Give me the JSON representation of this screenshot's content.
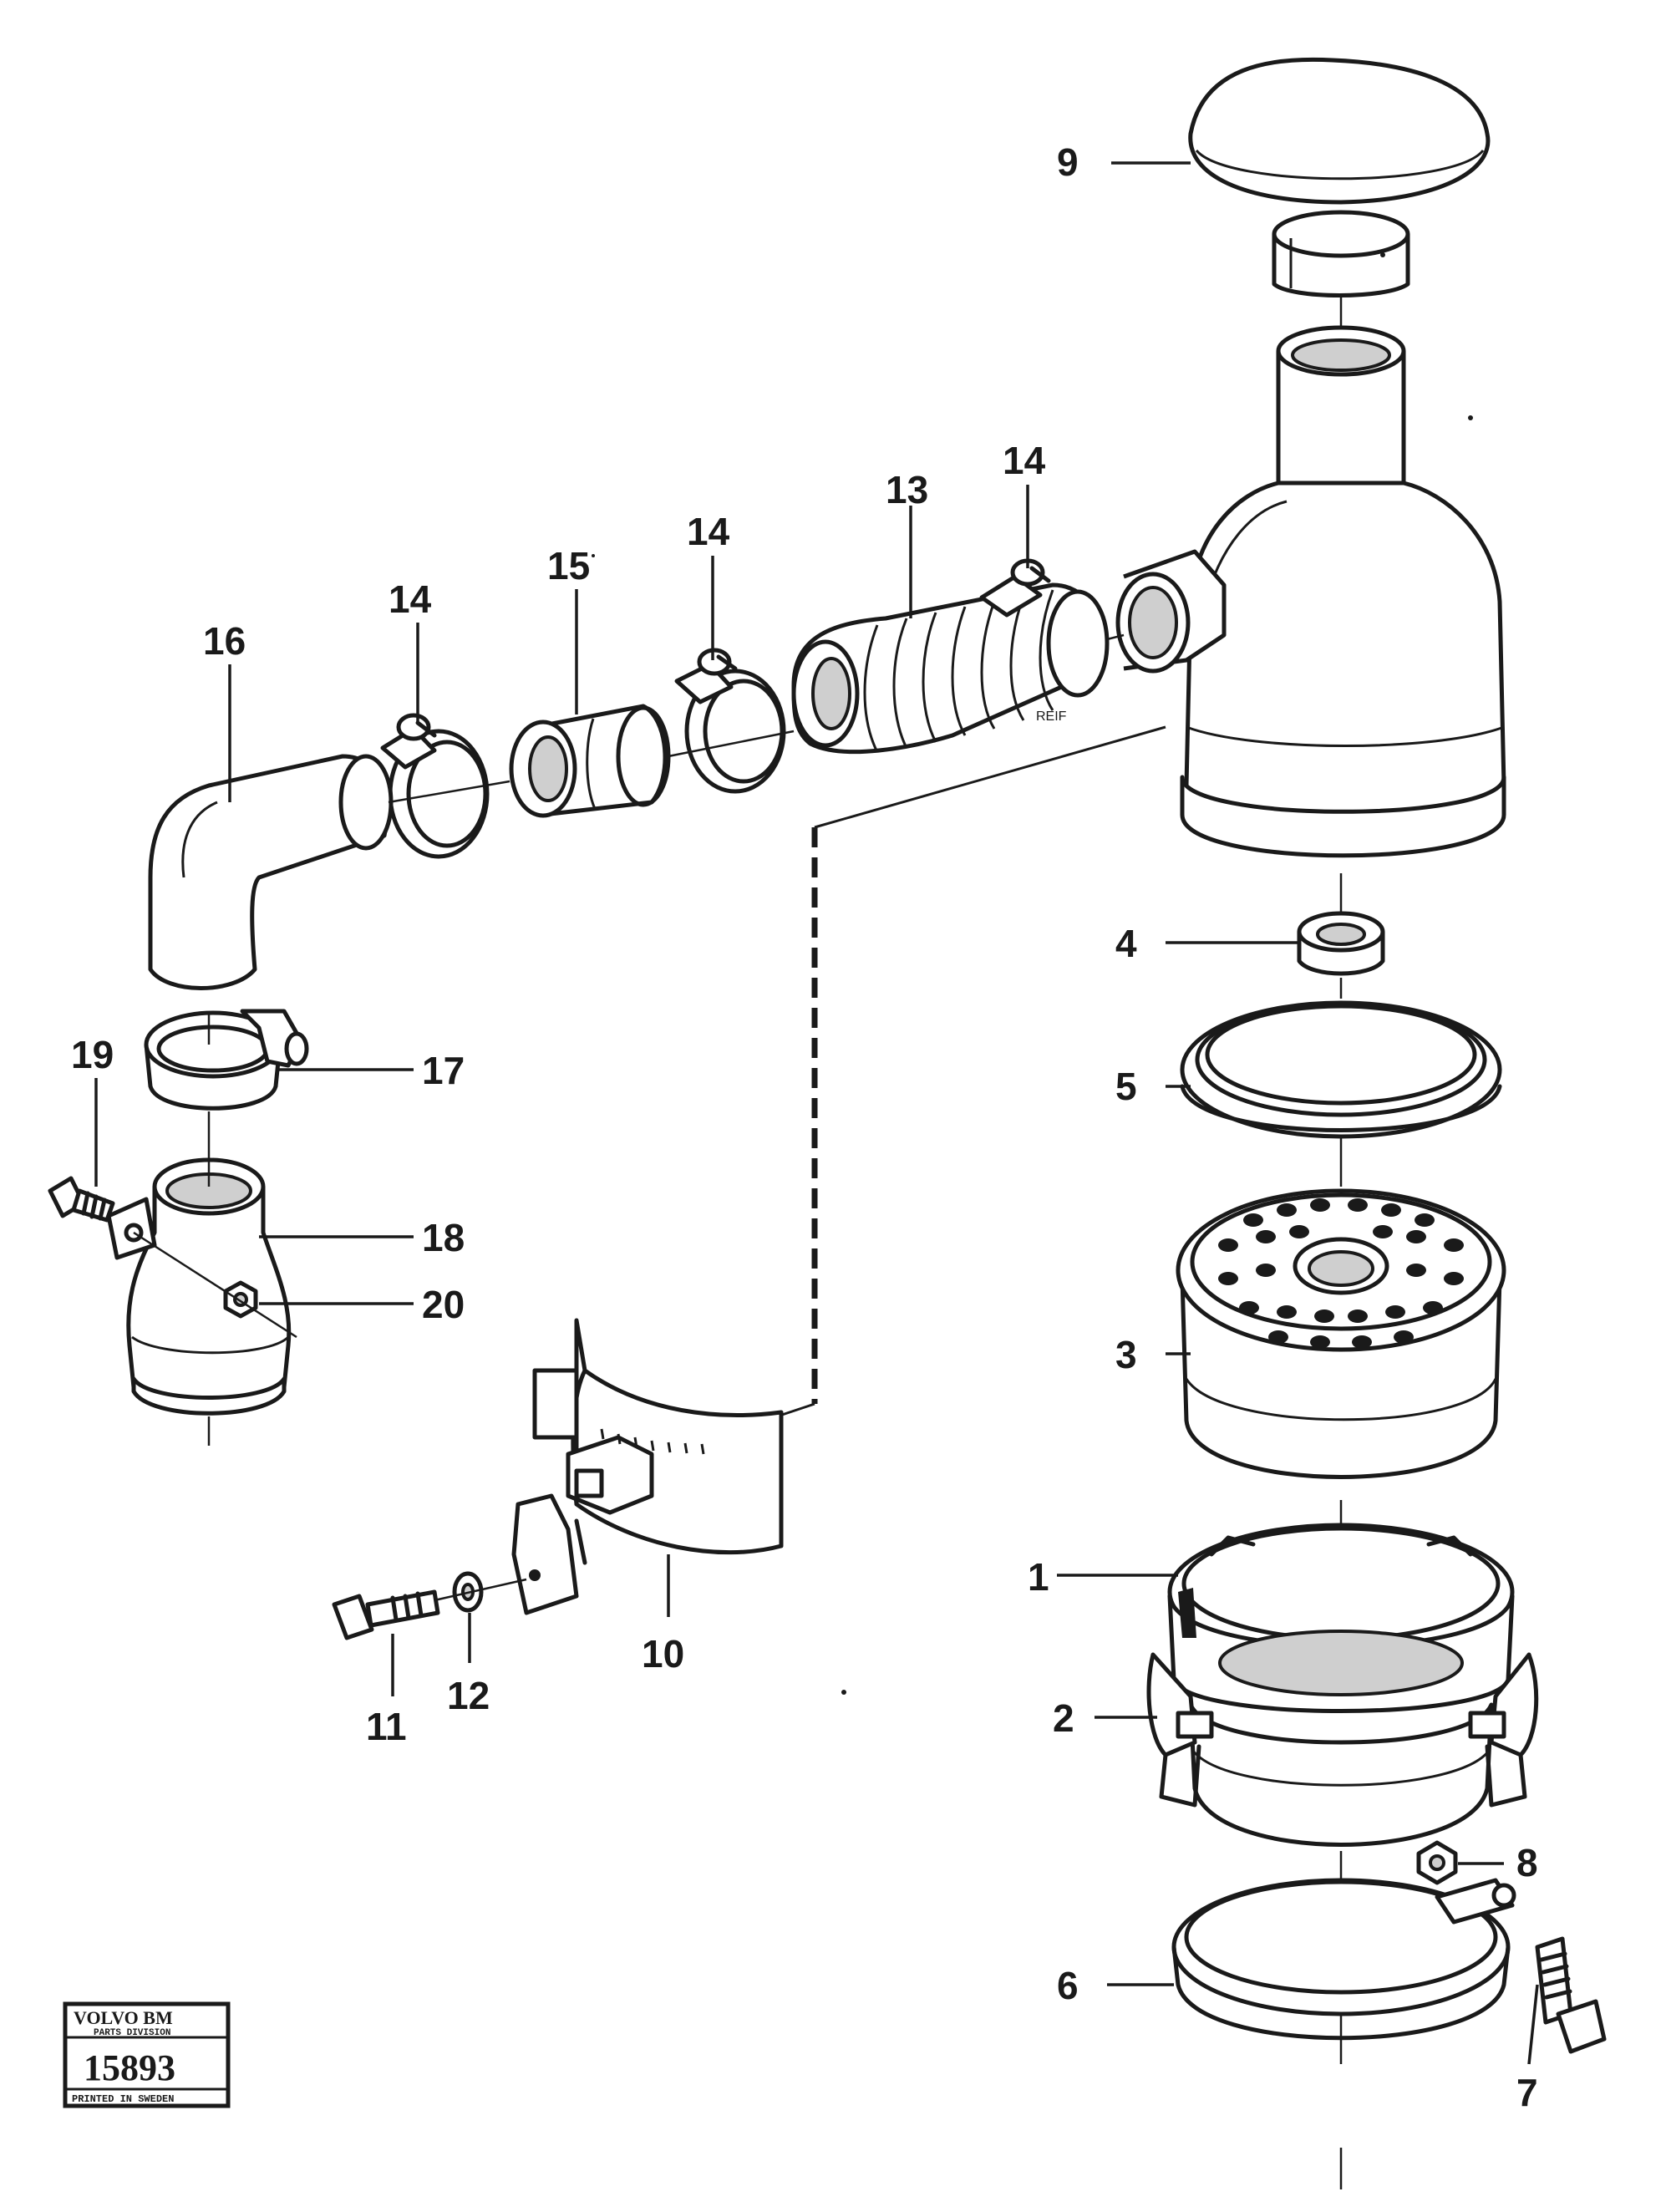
{
  "diagram": {
    "labels": {
      "p1": "1",
      "p2": "2",
      "p3": "3",
      "p4": "4",
      "p5": "5",
      "p6": "6",
      "p7": "7",
      "p8": "8",
      "p9": "9",
      "p10": "10",
      "p11": "11",
      "p12": "12",
      "p13": "13",
      "p14a": "14",
      "p14b": "14",
      "p14c": "14",
      "p15": "15",
      "p16": "16",
      "p17": "17",
      "p18": "18",
      "p19": "19",
      "p20": "20"
    },
    "hose_marking": "REIF"
  },
  "stamp": {
    "brand": "VOLVO BM",
    "division": "PARTS DIVISION",
    "number": "15893",
    "printed": "PRINTED IN SWEDEN"
  }
}
